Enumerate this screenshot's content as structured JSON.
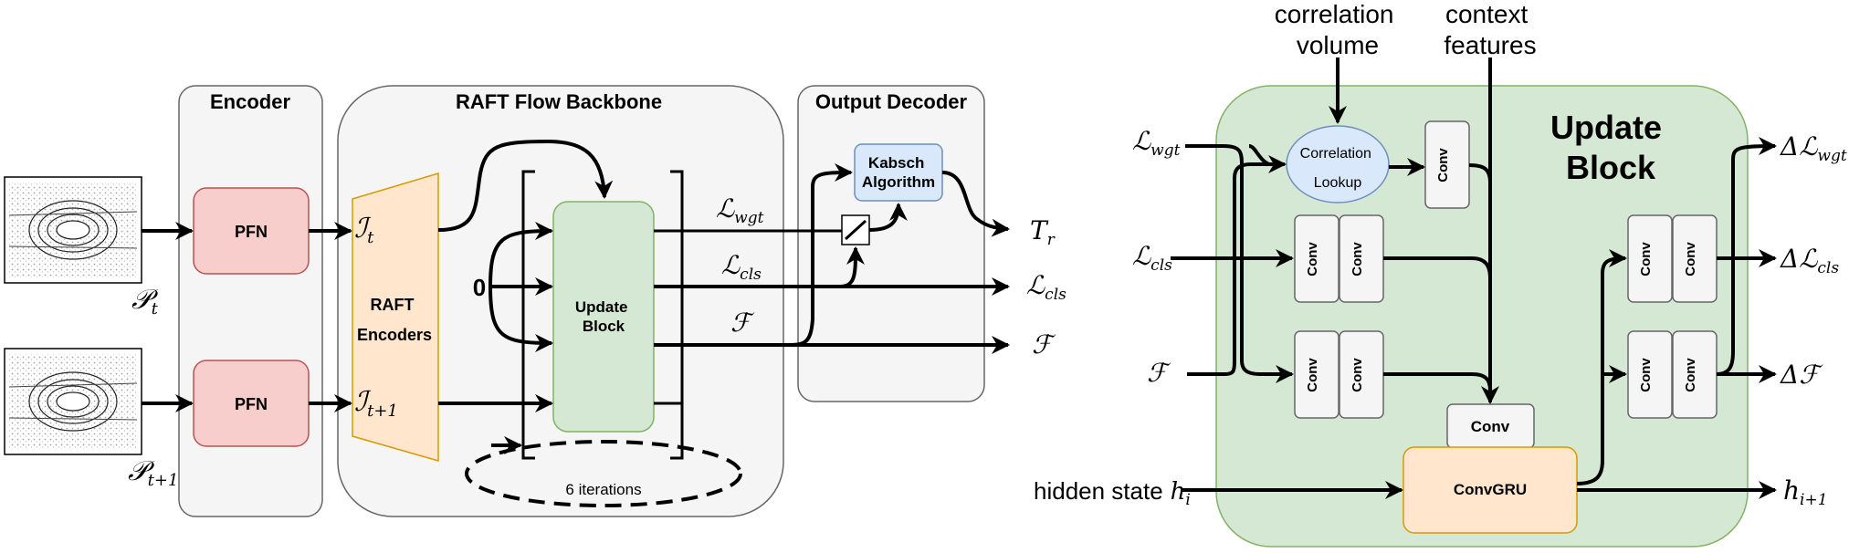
{
  "left": {
    "sections": {
      "encoder": "Encoder",
      "raft": "RAFT Flow Backbone",
      "decoder": "Output Decoder"
    },
    "pfn_top": "PFN",
    "pfn_bottom": "PFN",
    "raft_encoders": [
      "RAFT",
      "Encoders"
    ],
    "update_block": [
      "Update",
      "Block"
    ],
    "kabsch": [
      "Kabsch",
      "Algorithm"
    ],
    "zero": "0",
    "iterations": "6 iterations",
    "labels": {
      "p_t": "𝒫",
      "p_t_sub": "t",
      "p_t1": "𝒫",
      "p_t1_sub": "t+1",
      "i_t": "ℐ",
      "i_t_sub": "t",
      "i_t1": "ℐ",
      "i_t1_sub": "t+1",
      "l_wgt": "ℒ",
      "l_wgt_sub": "wgt",
      "l_cls": "ℒ",
      "l_cls_sub": "cls",
      "f": "ℱ",
      "out_tr": "T",
      "out_tr_sub": "r",
      "out_lcls": "ℒ",
      "out_lcls_sub": "cls",
      "out_f": "ℱ"
    }
  },
  "right": {
    "title": [
      "Update",
      "Block"
    ],
    "corr_volume": [
      "correlation",
      "volume"
    ],
    "context": [
      "context",
      "features"
    ],
    "corr_lookup": [
      "Correlation",
      "Lookup"
    ],
    "conv": "Conv",
    "convgru": "ConvGRU",
    "hidden": "hidden state",
    "in_lwgt": "ℒ",
    "in_lwgt_sub": "wgt",
    "in_lcls": "ℒ",
    "in_lcls_sub": "cls",
    "in_f": "ℱ",
    "hidden_h": "h",
    "hidden_sub": "i",
    "out_dlwgt": "Δℒ",
    "out_dlwgt_sub": "wgt",
    "out_dlcls": "Δℒ",
    "out_dlcls_sub": "cls",
    "out_df": "Δℱ",
    "out_h": "h",
    "out_h_sub": "i+1"
  },
  "colors": {
    "panel_fill": "#f5f5f5",
    "panel_stroke": "#666666",
    "pfn_fill": "#f8cecc",
    "pfn_stroke": "#b85450",
    "raft_fill": "#ffe6cc",
    "raft_stroke": "#d79b00",
    "update_fill": "#d5e8d4",
    "update_stroke": "#82b366",
    "kabsch_fill": "#dae8fc",
    "kabsch_stroke": "#6c8ebf",
    "conv_fill": "#f5f5f5",
    "conv_stroke": "#666666"
  }
}
